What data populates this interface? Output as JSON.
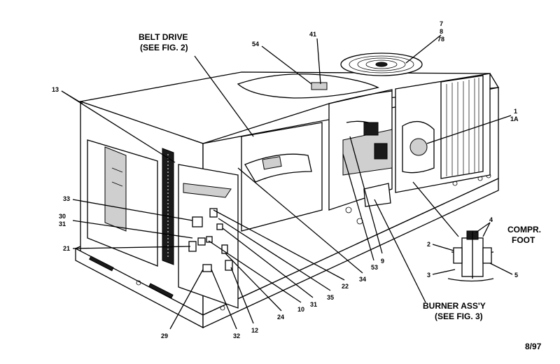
{
  "title_labels": {
    "belt_drive_line1": "BELT DRIVE",
    "belt_drive_line2": "(SEE FIG. 2)",
    "burner_line1": "BURNER ASS'Y",
    "burner_line2": "(SEE FIG. 3)",
    "compr_line1": "COMPR.",
    "compr_line2": "FOOT",
    "date_code": "8/97"
  },
  "callouts": {
    "c7": "7",
    "c8": "8",
    "c78": "78",
    "c41": "41",
    "c54": "54",
    "c13": "13",
    "c1": "1",
    "c1a": "1A",
    "c33": "33",
    "c30": "30",
    "c31a": "31",
    "c21": "21",
    "c29": "29",
    "c32": "32",
    "c12": "12",
    "c24": "24",
    "c10": "10",
    "c31b": "31",
    "c35": "35",
    "c22": "22",
    "c34": "34",
    "c53": "53",
    "c9": "9",
    "c4": "4",
    "c2": "2",
    "c3": "3",
    "c5": "5"
  }
}
